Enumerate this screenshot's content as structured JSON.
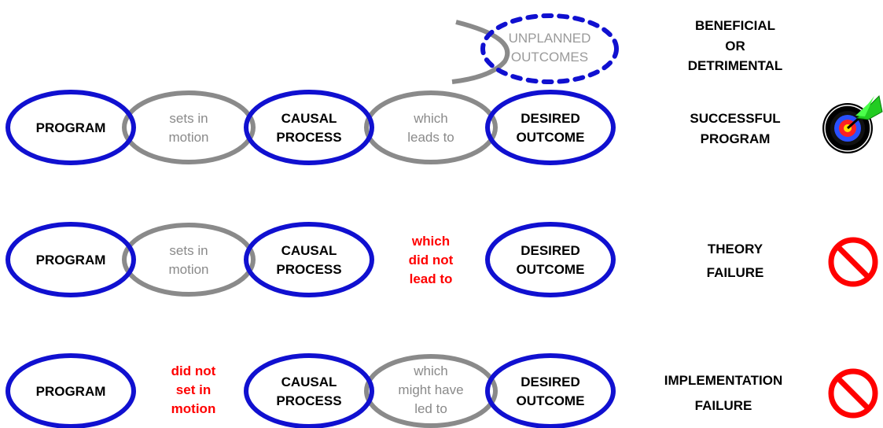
{
  "unplanned": {
    "line1": "UNPLANNED",
    "line2": "OUTCOMES"
  },
  "header": {
    "line1": "BENEFICIAL",
    "line2": "OR",
    "line3": "DETRIMENTAL"
  },
  "rows": [
    {
      "program": "PROGRAM",
      "link1": {
        "line1": "sets in",
        "line2": "motion"
      },
      "causal": {
        "line1": "CAUSAL",
        "line2": "PROCESS"
      },
      "link2": {
        "line1": "which",
        "line2": "leads to"
      },
      "outcome": {
        "line1": "DESIRED",
        "line2": "OUTCOME"
      },
      "result": {
        "line1": "SUCCESSFUL",
        "line2": "PROGRAM"
      },
      "icon": "target-icon"
    },
    {
      "program": "PROGRAM",
      "link1": {
        "line1": "sets in",
        "line2": "motion"
      },
      "causal": {
        "line1": "CAUSAL",
        "line2": "PROCESS"
      },
      "link2": {
        "line1": "which",
        "line2": "did not",
        "line3": "lead to"
      },
      "outcome": {
        "line1": "DESIRED",
        "line2": "OUTCOME"
      },
      "result": {
        "line1": "THEORY",
        "line2": "FAILURE"
      },
      "icon": "no-symbol-icon"
    },
    {
      "program": "PROGRAM",
      "link1": {
        "line1": "did not",
        "line2": "set in",
        "line3": "motion"
      },
      "causal": {
        "line1": "CAUSAL",
        "line2": "PROCESS"
      },
      "link2": {
        "line1": "which",
        "line2": "might have",
        "line3": "led to"
      },
      "outcome": {
        "line1": "DESIRED",
        "line2": "OUTCOME"
      },
      "result": {
        "line1": "IMPLEMENTATION",
        "line2": "FAILURE"
      },
      "icon": "no-symbol-icon"
    }
  ],
  "colors": {
    "blue": "#1010d0",
    "gray": "#8a8a8a",
    "red": "#ff0000",
    "black": "#000000"
  }
}
